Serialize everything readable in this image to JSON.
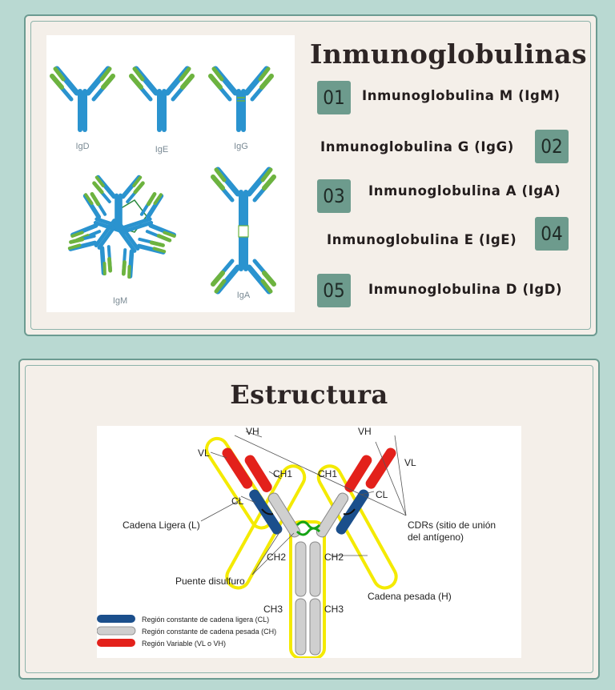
{
  "card1": {
    "title": "Inmunoglobulinas",
    "items": [
      {
        "number": "01",
        "label": "Inmunoglobulina M (IgM)"
      },
      {
        "number": "02",
        "label": "Inmunoglobulina G (IgG)"
      },
      {
        "number": "03",
        "label": "Inmunoglobulina A (IgA)"
      },
      {
        "number": "04",
        "label": "Inmunoglobulina E (IgE)"
      },
      {
        "number": "05",
        "label": "Inmunoglobulina D (IgD)"
      }
    ],
    "figure_labels": {
      "igd": "IgD",
      "ige": "IgE",
      "igg": "IgG",
      "igm": "IgM",
      "iga": "IgA"
    }
  },
  "card2": {
    "title": "Estructura",
    "labels": {
      "vh_left": "VH",
      "vh_right": "VH",
      "vl_left": "VL",
      "vl_right": "VL",
      "ch1_left": "CH1",
      "ch1_right": "CH1",
      "cl_left": "CL",
      "cl_right": "CL",
      "ch2_left": "CH2",
      "ch2_right": "CH2",
      "ch3_left": "CH3",
      "ch3_right": "CH3",
      "light_chain": "Cadena Ligera (L)",
      "disulfide": "Puente disulfuro",
      "heavy_chain": "Cadena pesada (H)",
      "cdrs_line1": "CDRs (sitio de unión",
      "cdrs_line2": "del antígeno)"
    },
    "legend": [
      {
        "label": "Región constante de cadena ligera (CL)",
        "color": "#1b4f8c"
      },
      {
        "label": "Región constante de cadena pesada (CH)",
        "color": "#cfcfcf"
      },
      {
        "label": "Región Variable  (VL o VH)",
        "color": "#e3211b"
      }
    ]
  },
  "colors": {
    "background": "#b9d9d2",
    "card": "#f4efe9",
    "badge": "#6d9b8d",
    "antibody_blue": "#2a93cf",
    "antibody_green": "#6db33f",
    "highlight": "#f4ea00"
  }
}
